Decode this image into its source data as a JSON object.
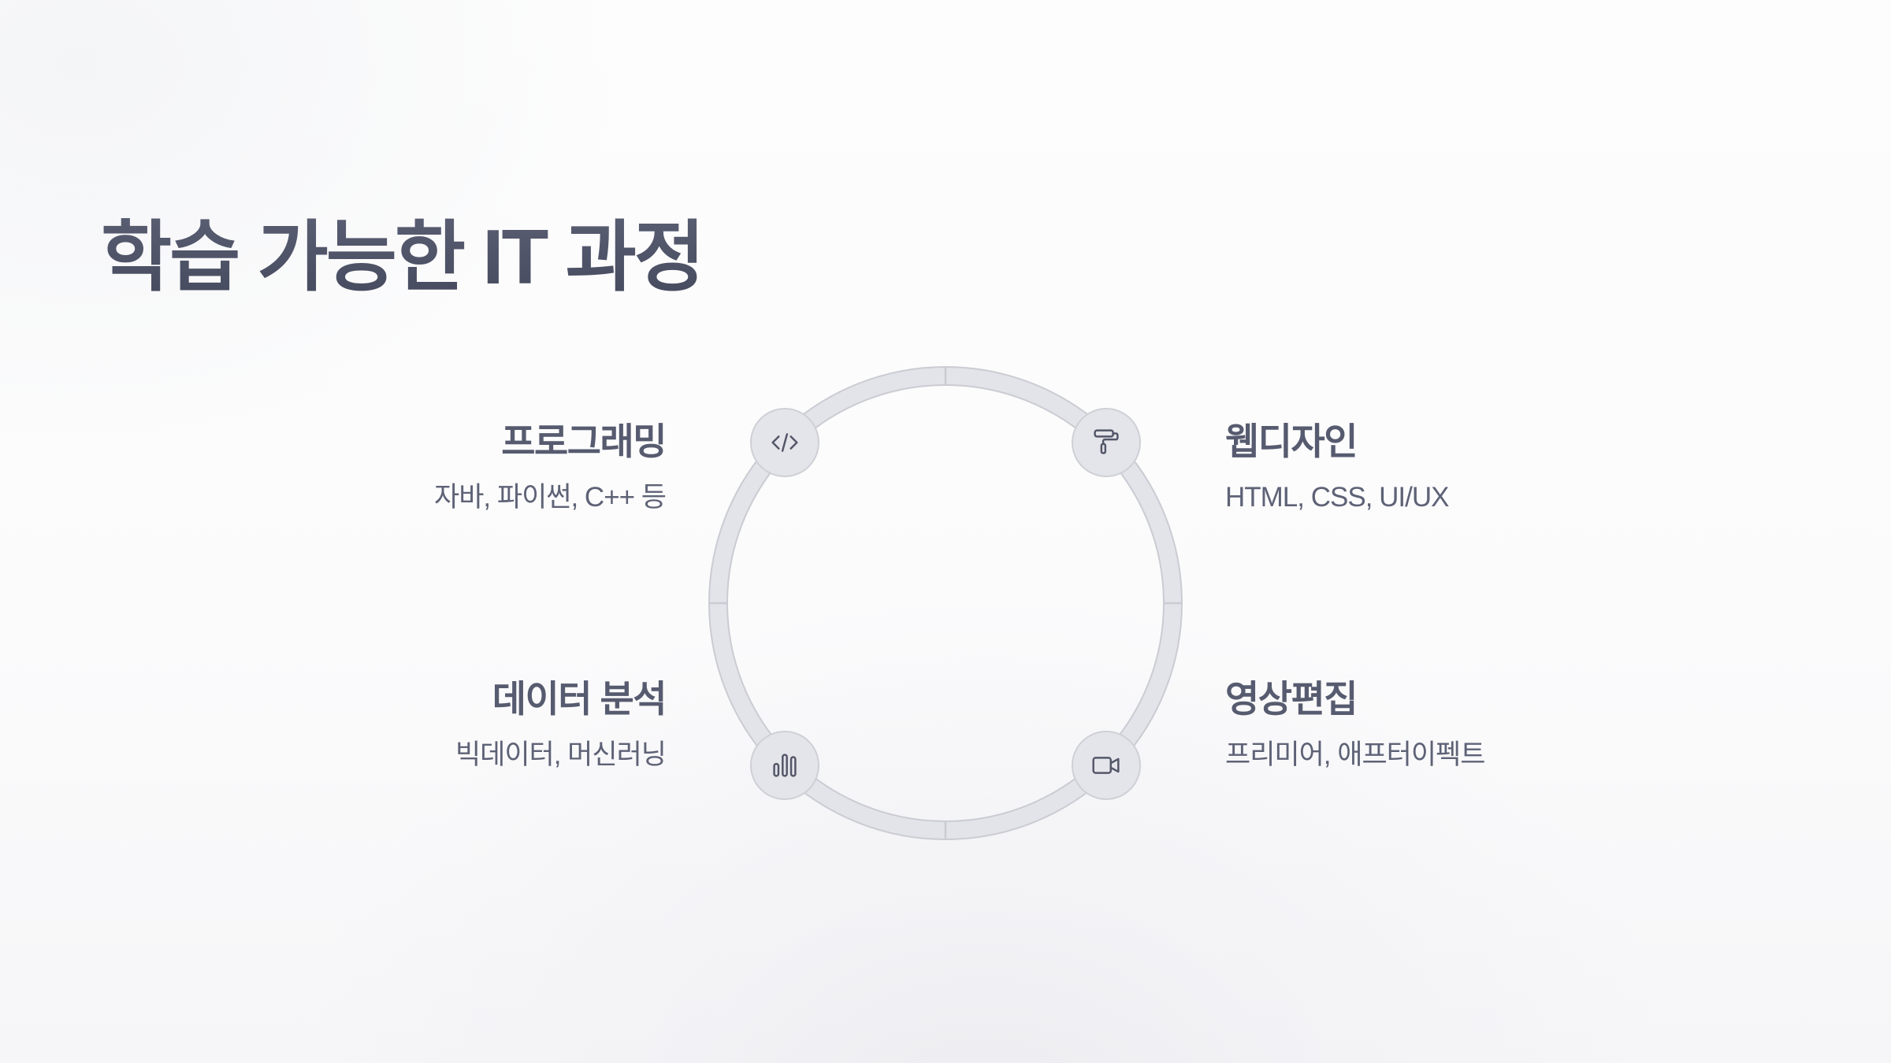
{
  "title": "학습 가능한 IT 과정",
  "colors": {
    "title": "#4d5166",
    "text": "#5a5e72",
    "ring_fill": "#e3e4e9",
    "ring_stroke": "#cbccd3",
    "node_fill": "#e4e5ea",
    "icon_stroke": "#535769"
  },
  "courses": [
    {
      "position": "top-left",
      "icon": "code-icon",
      "name": "프로그래밍",
      "detail": "자바, 파이썬, C++ 등"
    },
    {
      "position": "top-right",
      "icon": "paint-roller-icon",
      "name": "웹디자인",
      "detail": "HTML, CSS, UI/UX"
    },
    {
      "position": "bottom-left",
      "icon": "bar-chart-icon",
      "name": "데이터 분석",
      "detail": "빅데이터, 머신러닝"
    },
    {
      "position": "bottom-right",
      "icon": "video-camera-icon",
      "name": "영상편집",
      "detail": "프리미어, 애프터이펙트"
    }
  ]
}
